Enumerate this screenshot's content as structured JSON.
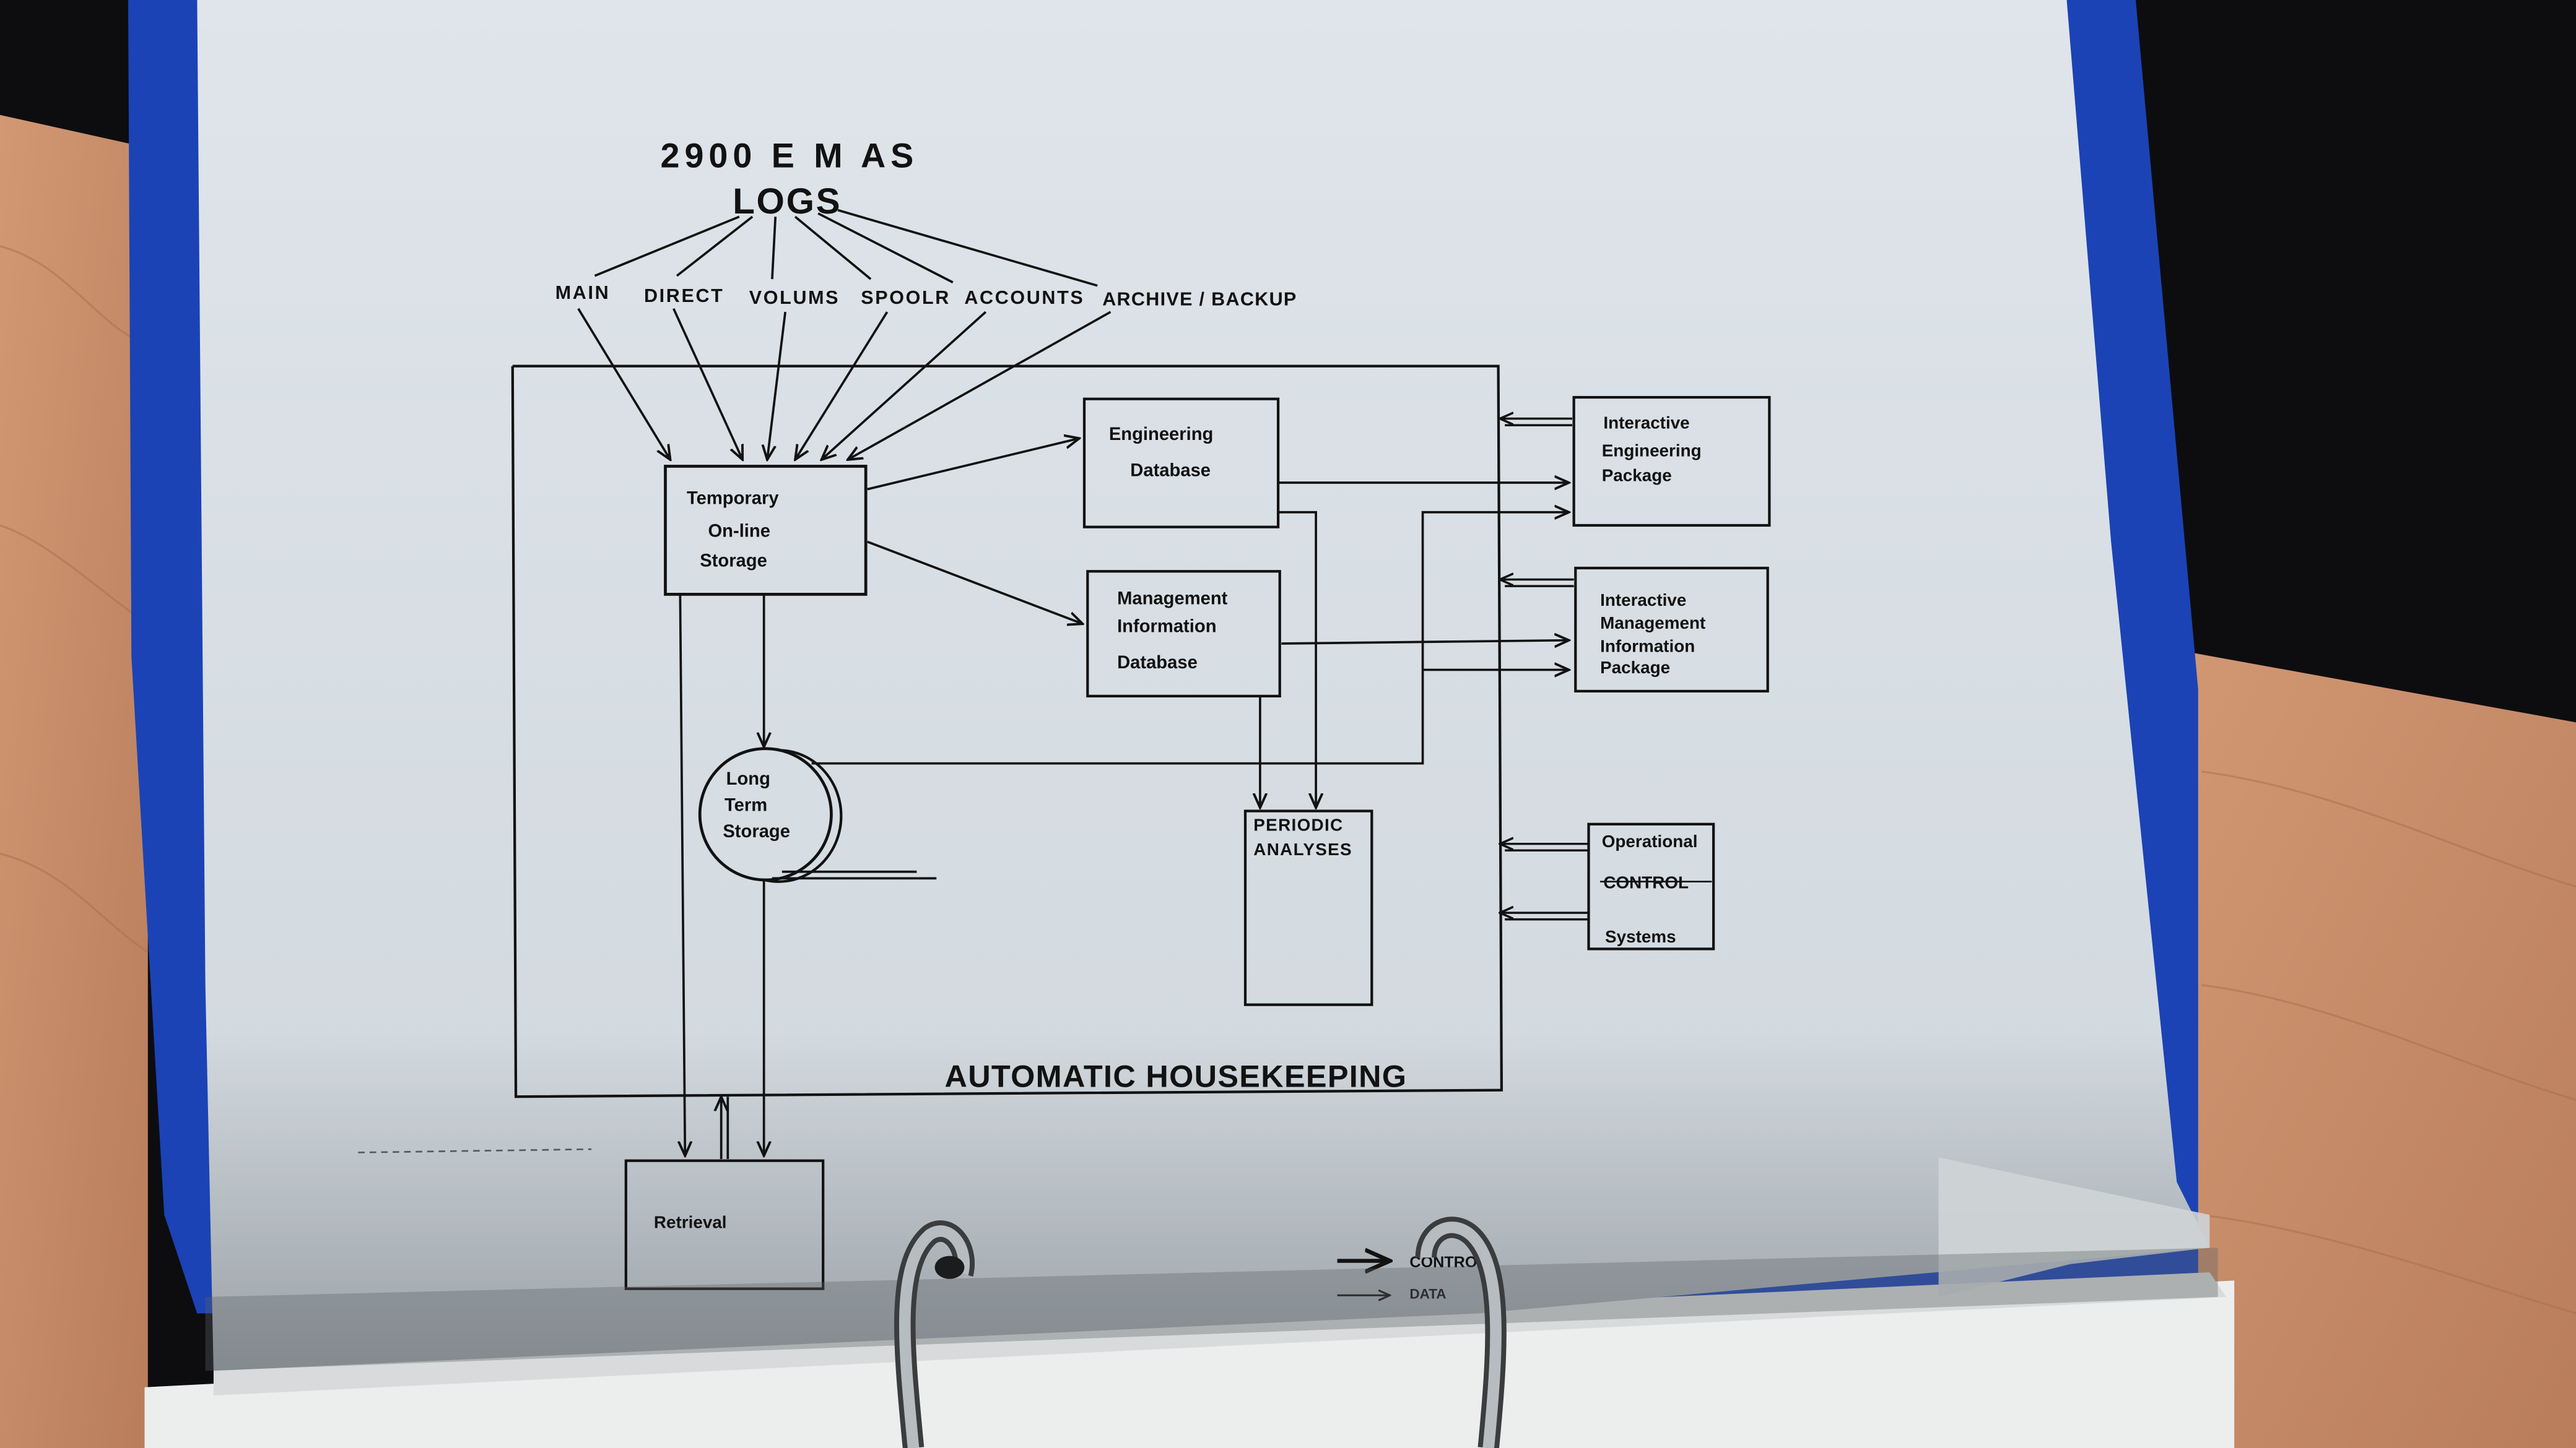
{
  "colors": {
    "desk": "#c98d6a",
    "binder": "#1b43b5",
    "paper": "#d7dee4",
    "ink": "#121212"
  },
  "diagram": {
    "title_line1": "2900 E M AS",
    "title_line2": "LOGS",
    "logs": [
      "MAIN",
      "DIRECT",
      "VOLUMS",
      "SPOOLR",
      "ACCOUNTS",
      "ARCHIVE / BACKUP"
    ],
    "temporary_storage": [
      "Temporary",
      "On-line",
      "Storage"
    ],
    "engineering_db": [
      "Engineering",
      "Database"
    ],
    "management_db": [
      "Management",
      "Information",
      "Database"
    ],
    "long_term": [
      "Long",
      "Term",
      "Storage"
    ],
    "periodic": [
      "PERIODIC",
      "ANALYSES"
    ],
    "interactive_eng": [
      "Interactive",
      "Engineering",
      "Package"
    ],
    "interactive_mgmt": [
      "Interactive",
      "Management",
      "Information",
      "Package"
    ],
    "operational": [
      "Operational",
      "CONTROL",
      "Systems"
    ],
    "retrieval": "Retrieval",
    "housekeeping": "AUTOMATIC HOUSEKEEPING",
    "legend_control": "CONTROL",
    "legend_data": "DATA"
  }
}
